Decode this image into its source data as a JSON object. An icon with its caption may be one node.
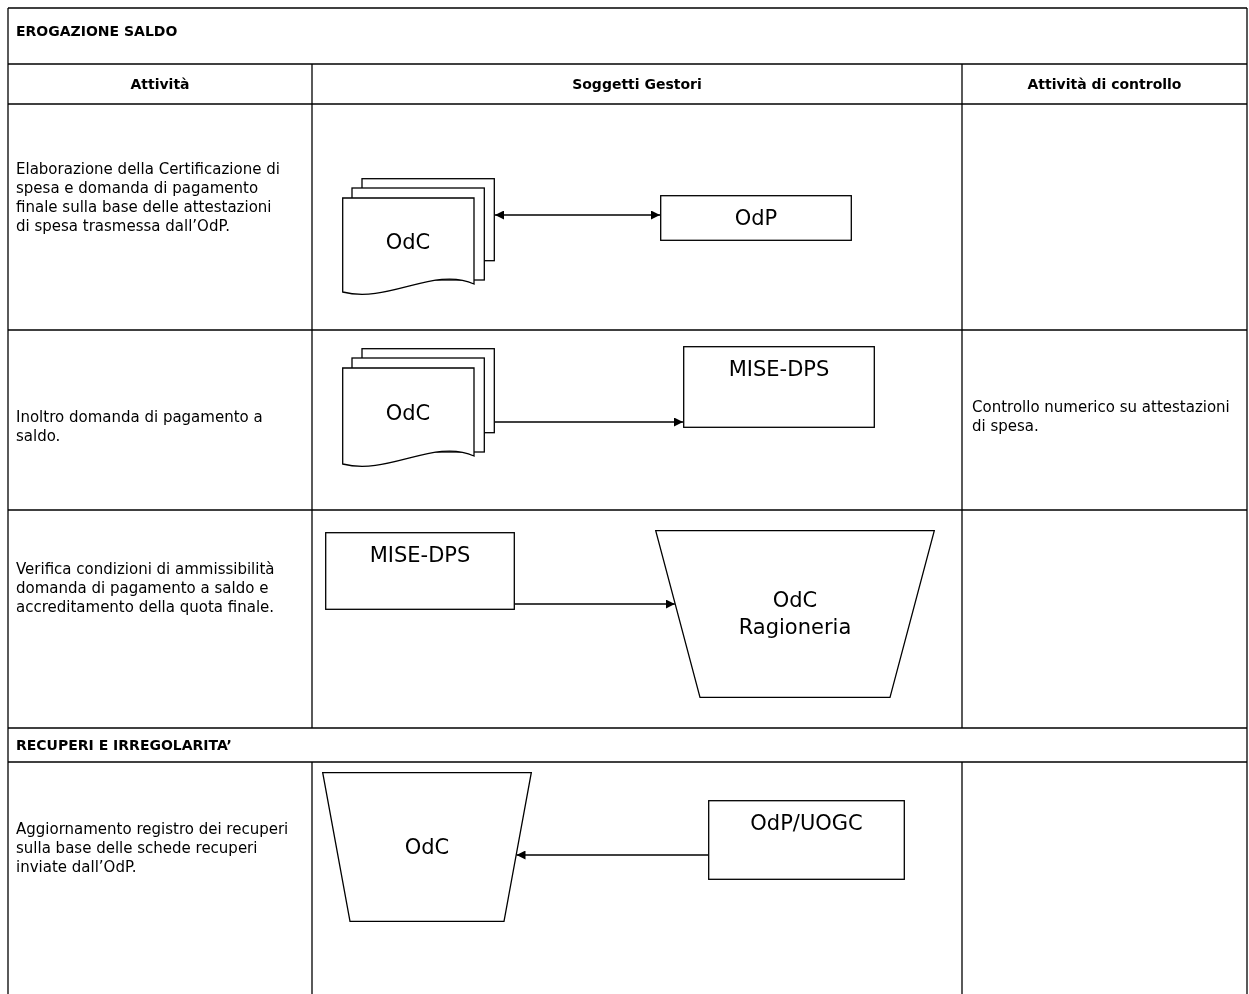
{
  "diagram": {
    "nodes": [
      {
        "text": [
          "OdC"
        ]
      },
      {
        "text": [
          "OdP"
        ]
      },
      {
        "text": [
          "OdC"
        ]
      },
      {
        "text": [
          "MISE-DPS"
        ]
      },
      {
        "text": [
          "MISE-DPS"
        ]
      },
      {
        "text": [
          "OdC Ragioneria"
        ]
      },
      {
        "text": [
          "OdC"
        ]
      },
      {
        "text": [
          "OdP/UOGC"
        ]
      }
    ],
    "edges": [
      {
        "from": 0,
        "to": 1,
        "arrow": "both"
      },
      {
        "from": 2,
        "to": 3,
        "arrow": "to"
      },
      {
        "from": 4,
        "to": 5,
        "arrow": "to"
      },
      {
        "from": 7,
        "to": 6,
        "arrow": "to"
      }
    ],
    "labels": [
      "EROGAZIONE SALDO",
      "Attività",
      "Soggetti Gestori",
      "Attività di controllo",
      "Elaborazione della Certificazione di spesa e domanda di pagamento finale sulla base delle attestazioni di spesa trasmessa dall’OdP.",
      "Inoltro domanda di pagamento a saldo.",
      "Controllo numerico su attestazioni di spesa.",
      "Verifica condizioni di ammissibilità domanda di pagamento a saldo e accreditamento della quota finale.",
      "RECUPERI E IRREGOLARITA’",
      "Aggiornamento registro dei recuperi sulla base delle schede recuperi inviate dall’OdP."
    ]
  }
}
